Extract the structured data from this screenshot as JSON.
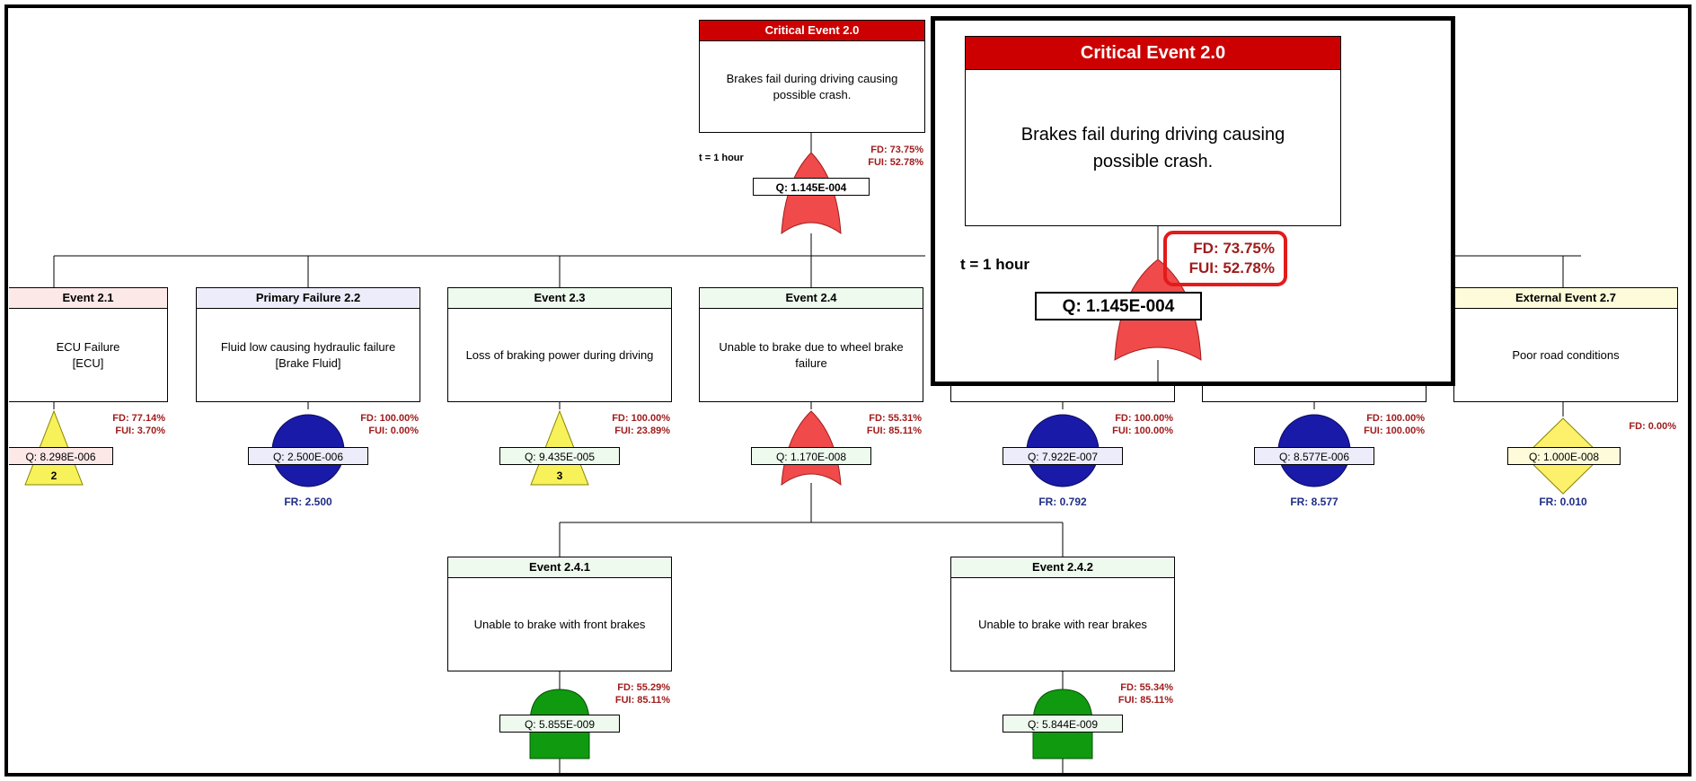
{
  "time_label": "t = 1 hour",
  "top_event": {
    "title": "Critical Event 2.0",
    "description": "Brakes fail during driving causing possible crash.",
    "fd": "FD: 73.75%",
    "fui": "FUI: 52.78%",
    "q": "Q: 1.145E-004"
  },
  "events": [
    {
      "id": "2.1",
      "title": "Event 2.1",
      "line1": "ECU Failure",
      "line2": "[ECU]",
      "q": "Q: 8.298E-006",
      "fd": "FD: 77.14%",
      "fui": "FUI: 3.70%",
      "symbol": "triangle",
      "transfer": "2"
    },
    {
      "id": "2.2",
      "title": "Primary Failure 2.2",
      "line1": "Fluid low causing hydraulic failure",
      "line2": "[Brake Fluid]",
      "q": "Q: 2.500E-006",
      "fd": "FD: 100.00%",
      "fui": "FUI: 0.00%",
      "symbol": "circle",
      "fr": "FR: 2.500"
    },
    {
      "id": "2.3",
      "title": "Event 2.3",
      "line1": "Loss of braking power during driving",
      "line2": "",
      "q": "Q: 9.435E-005",
      "fd": "FD: 100.00%",
      "fui": "FUI: 23.89%",
      "symbol": "triangle",
      "transfer": "3"
    },
    {
      "id": "2.4",
      "title": "Event 2.4",
      "line1": "Unable to brake due to wheel brake",
      "line2": "failure",
      "q": "Q: 1.170E-008",
      "fd": "FD: 55.31%",
      "fui": "FUI: 85.11%",
      "symbol": "or-gate"
    },
    {
      "id": "2.5",
      "title": "",
      "line1": "",
      "line2": "",
      "q": "Q: 7.922E-007",
      "fd": "FD: 100.00%",
      "fui": "FUI: 100.00%",
      "symbol": "circle",
      "fr": "FR: 0.792"
    },
    {
      "id": "2.6",
      "title": "",
      "line1": "",
      "line2": "",
      "q": "Q: 8.577E-006",
      "fd": "FD: 100.00%",
      "fui": "FUI: 100.00%",
      "symbol": "circle",
      "fr": "FR: 8.577"
    },
    {
      "id": "2.7",
      "title": "External Event 2.7",
      "line1": "Poor road conditions",
      "line2": "",
      "q": "Q: 1.000E-008",
      "fd": "FD: 0.00%",
      "fui": "",
      "symbol": "diamond",
      "fr": "FR: 0.010"
    }
  ],
  "sub_events": [
    {
      "id": "2.4.1",
      "title": "Event 2.4.1",
      "description": "Unable to brake with front brakes",
      "q": "Q: 5.855E-009",
      "fd": "FD: 55.29%",
      "fui": "FUI: 85.11%",
      "symbol": "and-gate"
    },
    {
      "id": "2.4.2",
      "title": "Event 2.4.2",
      "description": "Unable to brake with rear brakes",
      "q": "Q: 5.844E-009",
      "fd": "FD: 55.34%",
      "fui": "FUI: 85.11%",
      "symbol": "and-gate"
    }
  ],
  "colors": {
    "critical_header": "#cc0000",
    "event_header_green": "#eefaee",
    "event_header_pink": "#fde8e8",
    "primary_header": "#ececfb",
    "external_header": "#fdfbd9",
    "gate_red": "#f04a4a",
    "gate_green": "#109a10",
    "basic_blue": "#1a1aa8",
    "transfer_yellow": "#f7f15a",
    "fd_text": "#a01c1c",
    "fr_text": "#1f2d86",
    "highlight_box": "#e31b1b"
  }
}
